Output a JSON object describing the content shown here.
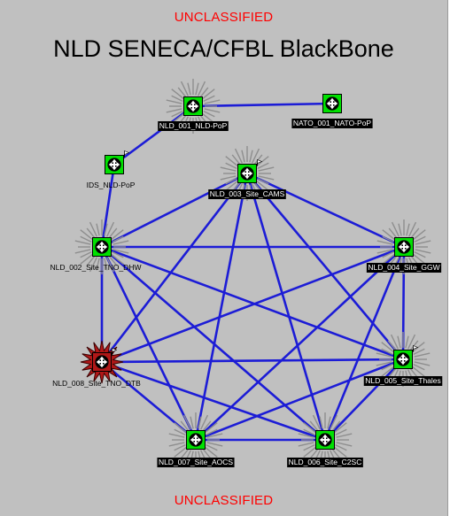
{
  "banner_top": "UNCLASSIFIED",
  "banner_bottom": "UNCLASSIFIED",
  "title": "NLD SENECA/CFBL BlackBone",
  "colors": {
    "background": "#c0c0c0",
    "link": "#1c1cd6",
    "node_ok": "#00e000",
    "node_alarm": "#b01818",
    "label_bg": "#000000",
    "label_text": "#ffffff",
    "banner": "#ff0000"
  },
  "icon_name": "four-way-arrows-icon",
  "nodes": [
    {
      "id": "nld001",
      "label": "NLD_001_NLD-PoP",
      "status": "ok",
      "label_style": "dark",
      "halo": true,
      "flag": false
    },
    {
      "id": "nato001",
      "label": "NATO_001_NATO-PoP",
      "status": "ok",
      "label_style": "dark",
      "halo": false,
      "flag": false
    },
    {
      "id": "ids",
      "label": "IDS_NLD-PoP",
      "status": "ok",
      "label_style": "plain",
      "halo": false,
      "flag": true
    },
    {
      "id": "nld003",
      "label": "NLD_003_Site_CAMS",
      "status": "ok",
      "label_style": "dark",
      "halo": true,
      "flag": true
    },
    {
      "id": "nld002",
      "label": "NLD_002_Site_TNO_DHW",
      "status": "ok",
      "label_style": "plain",
      "halo": true,
      "flag": false
    },
    {
      "id": "nld004",
      "label": "NLD_004_Site_GGW",
      "status": "ok",
      "label_style": "dark",
      "halo": true,
      "flag": false
    },
    {
      "id": "nld008",
      "label": "NLD_008_Site_TNO_DTB",
      "status": "alarm",
      "label_style": "plain",
      "halo": false,
      "flag": true
    },
    {
      "id": "nld005",
      "label": "NLD_005_Site_Thales",
      "status": "ok",
      "label_style": "dark",
      "halo": true,
      "flag": true
    },
    {
      "id": "nld007",
      "label": "NLD_007_Site_AOCS",
      "status": "ok",
      "label_style": "dark",
      "halo": true,
      "flag": false
    },
    {
      "id": "nld006",
      "label": "NLD_006_Site_C2SC",
      "status": "ok",
      "label_style": "dark",
      "halo": true,
      "flag": false
    }
  ],
  "links": [
    [
      "nld001",
      "nato001"
    ],
    [
      "nld001",
      "ids"
    ],
    [
      "ids",
      "nld002"
    ],
    [
      "nld003",
      "nld002"
    ],
    [
      "nld003",
      "nld004"
    ],
    [
      "nld003",
      "nld005"
    ],
    [
      "nld003",
      "nld006"
    ],
    [
      "nld003",
      "nld007"
    ],
    [
      "nld003",
      "nld008"
    ],
    [
      "nld002",
      "nld004"
    ],
    [
      "nld002",
      "nld005"
    ],
    [
      "nld002",
      "nld006"
    ],
    [
      "nld002",
      "nld007"
    ],
    [
      "nld002",
      "nld008"
    ],
    [
      "nld004",
      "nld005"
    ],
    [
      "nld004",
      "nld006"
    ],
    [
      "nld004",
      "nld007"
    ],
    [
      "nld004",
      "nld008"
    ],
    [
      "nld005",
      "nld006"
    ],
    [
      "nld005",
      "nld007"
    ],
    [
      "nld005",
      "nld008"
    ],
    [
      "nld008",
      "nld006"
    ],
    [
      "nld008",
      "nld007"
    ],
    [
      "nld007",
      "nld006"
    ]
  ]
}
